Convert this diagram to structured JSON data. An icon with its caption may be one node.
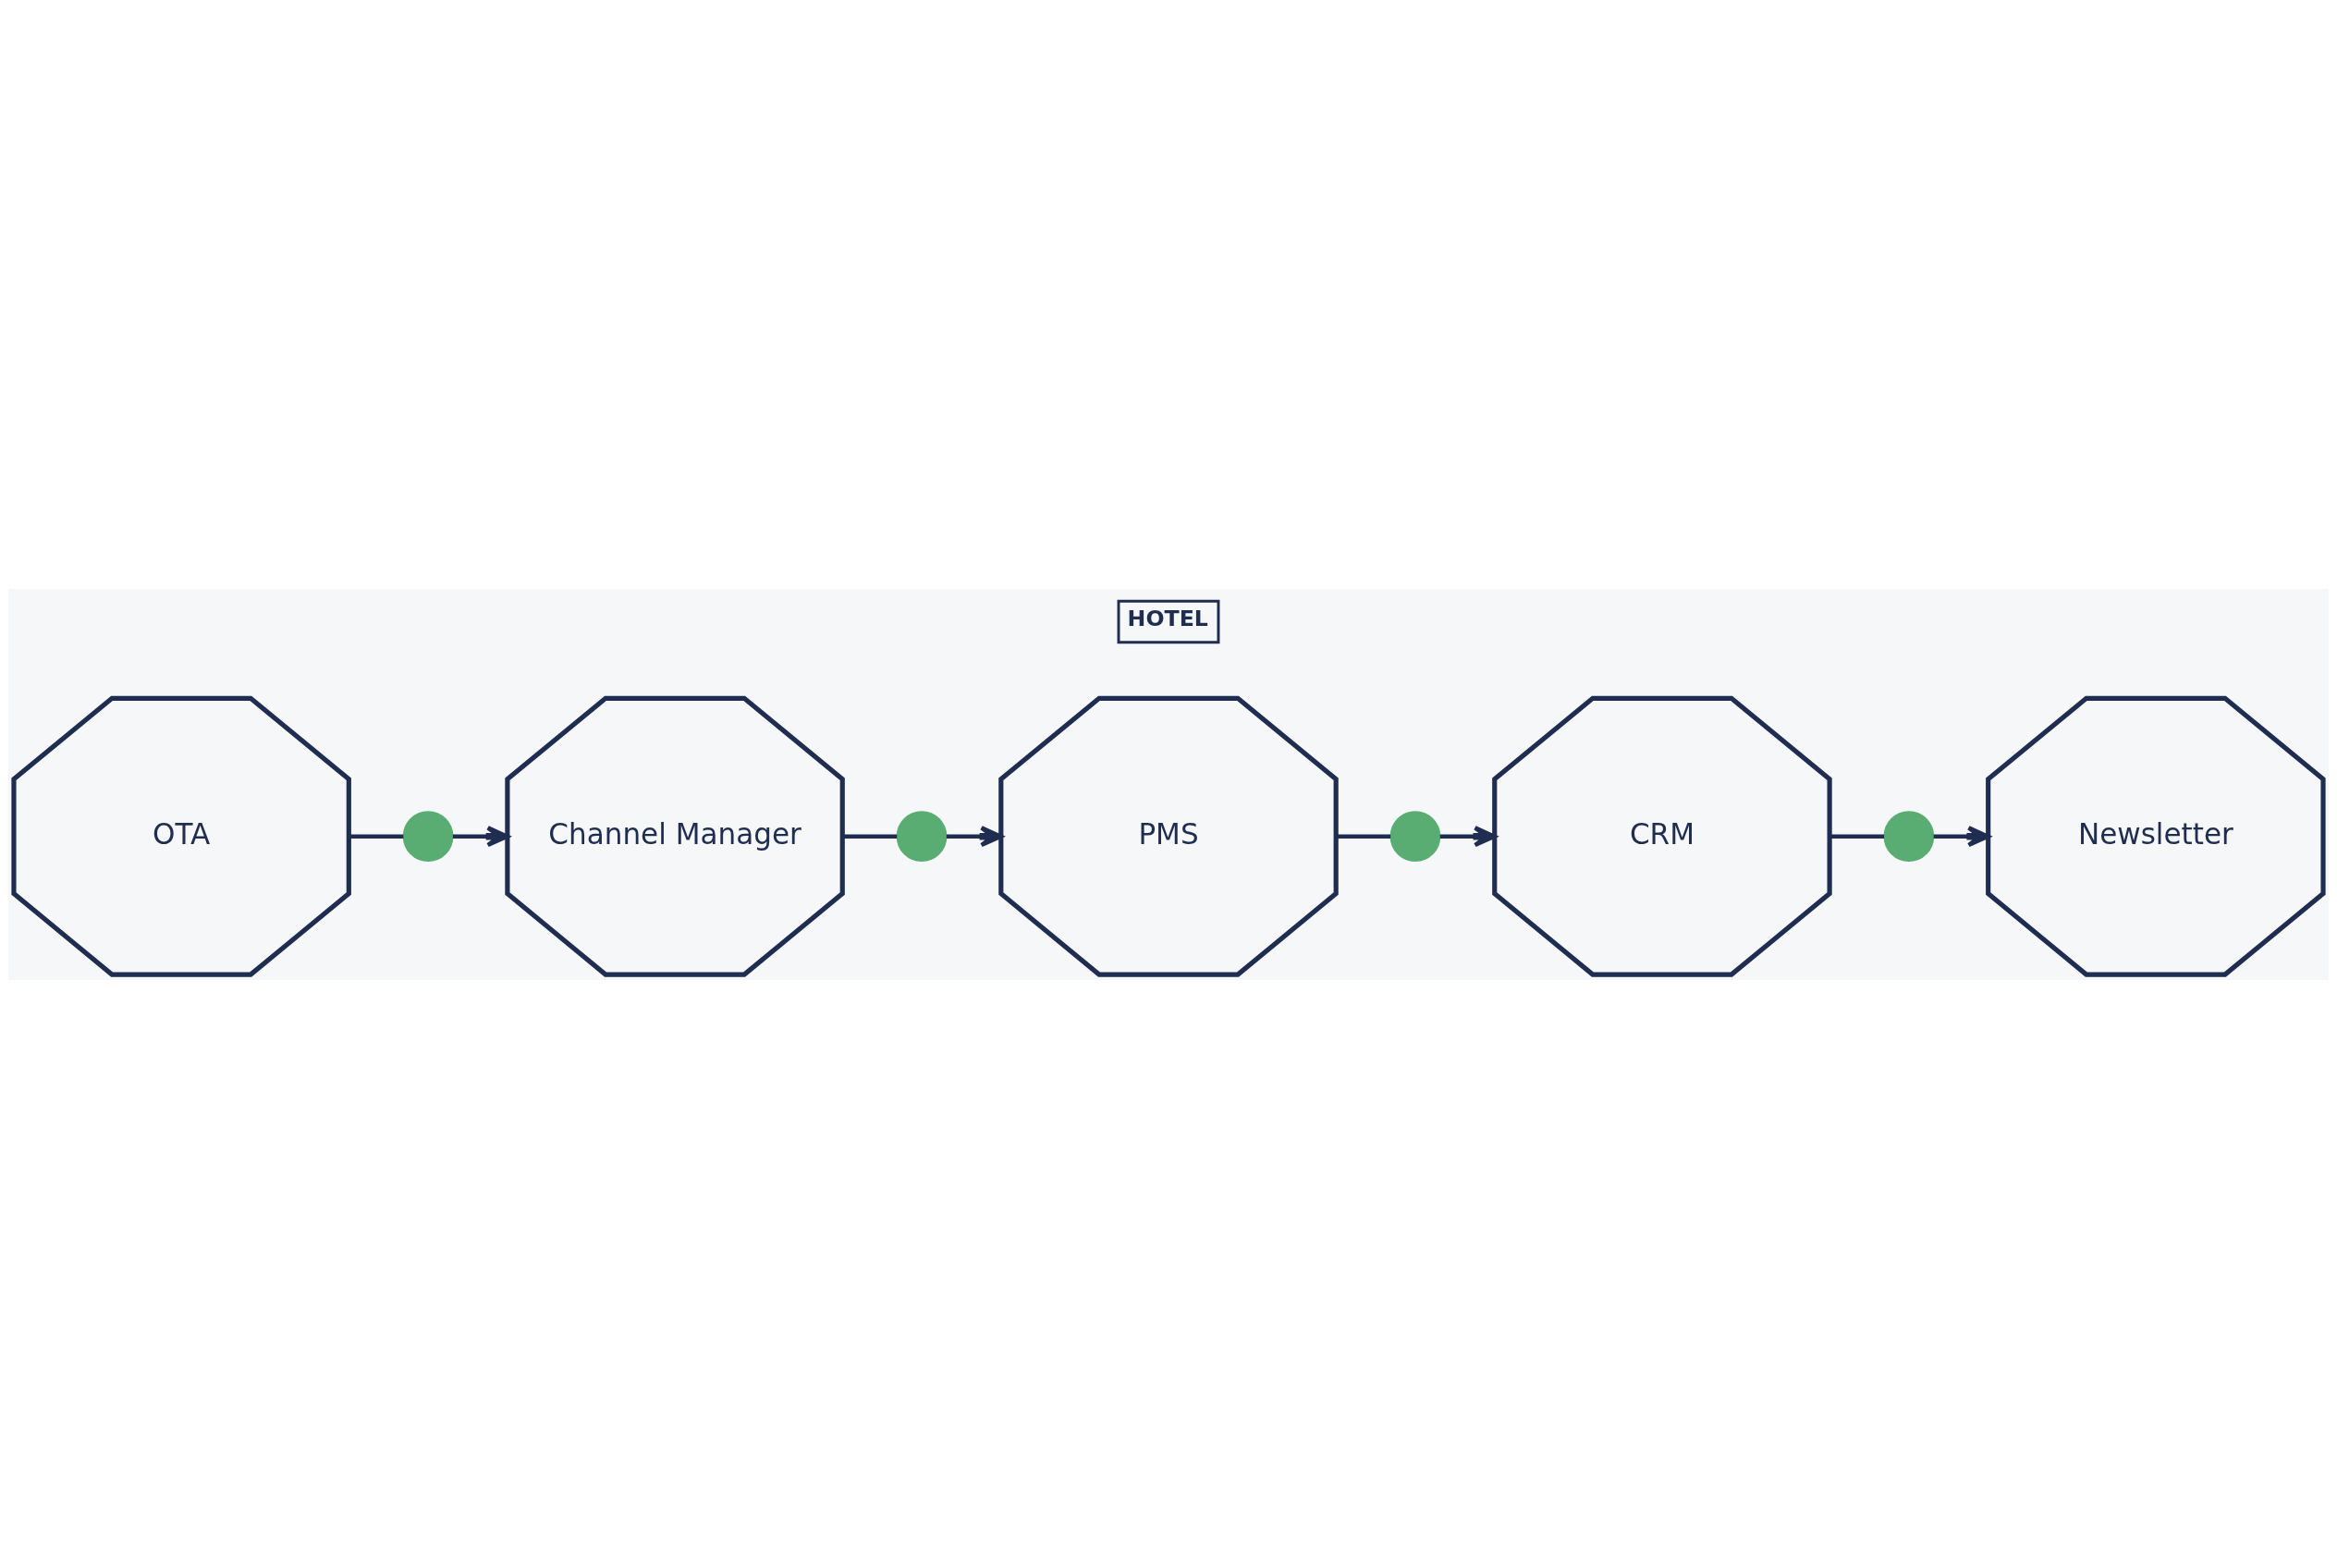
{
  "diagram": {
    "nodes": [
      {
        "text": [
          "OTA"
        ]
      },
      {
        "text": [],
        "shape": "circle"
      },
      {
        "text": [
          "Channel Manager"
        ]
      },
      {
        "text": [],
        "shape": "circle"
      },
      {
        "text": [
          "PMS"
        ]
      },
      {
        "text": [],
        "shape": "circle"
      },
      {
        "text": [
          "CRM"
        ]
      },
      {
        "text": [],
        "shape": "circle"
      },
      {
        "text": [
          "Newsletter"
        ]
      }
    ],
    "edges": [
      {
        "from": 0,
        "to": 1,
        "arrow": "none"
      },
      {
        "from": 1,
        "to": 2,
        "arrow": "to"
      },
      {
        "from": 2,
        "to": 3,
        "arrow": "none"
      },
      {
        "from": 3,
        "to": 4,
        "arrow": "to"
      },
      {
        "from": 4,
        "to": 5,
        "arrow": "none"
      },
      {
        "from": 5,
        "to": 6,
        "arrow": "to"
      },
      {
        "from": 6,
        "to": 7,
        "arrow": "none"
      },
      {
        "from": 7,
        "to": 8,
        "arrow": "to"
      }
    ],
    "labels": [
      "HOTEL"
    ]
  }
}
